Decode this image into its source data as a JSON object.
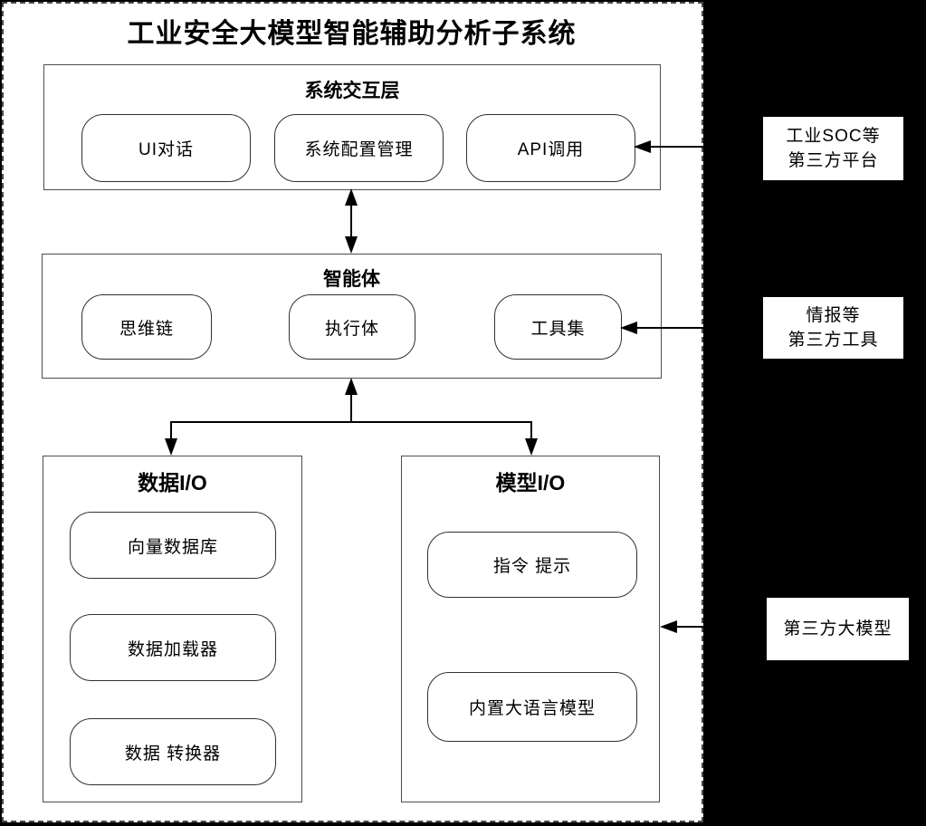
{
  "title": "工业安全大模型智能辅助分析子系统",
  "sections": {
    "interaction": {
      "label": "系统交互层",
      "nodes": [
        "UI对话",
        "系统配置管理",
        "API调用"
      ]
    },
    "agent": {
      "label": "智能体",
      "nodes": [
        "思维链",
        "执行体",
        "工具集"
      ]
    },
    "data_io": {
      "label": "数据I/O",
      "nodes": [
        "向量数据库",
        "数据加载器",
        "数据 转换器"
      ]
    },
    "model_io": {
      "label": "模型I/O",
      "nodes": [
        "指令 提示",
        "内置大语言模型"
      ]
    }
  },
  "external": [
    {
      "lines": [
        "工业SOC等",
        "第三方平台"
      ]
    },
    {
      "lines": [
        "情报等",
        "第三方工具"
      ]
    },
    {
      "lines": [
        "第三方大模型"
      ]
    }
  ],
  "connections": [
    {
      "from": "系统交互层",
      "to": "智能体",
      "type": "bidirectional"
    },
    {
      "from": "智能体",
      "to": "数据I/O",
      "type": "arrow-down"
    },
    {
      "from": "智能体",
      "to": "模型I/O",
      "type": "arrow-down"
    },
    {
      "from": "工业SOC等第三方平台",
      "to": "API调用",
      "type": "arrow-left"
    },
    {
      "from": "情报等第三方工具",
      "to": "工具集",
      "type": "arrow-left"
    },
    {
      "from": "第三方大模型",
      "to": "模型I/O",
      "type": "arrow-left"
    }
  ],
  "colors": {
    "background": "#000000",
    "panel": "#ffffff",
    "line": "#000000",
    "box_border": "#4d4d4d"
  }
}
